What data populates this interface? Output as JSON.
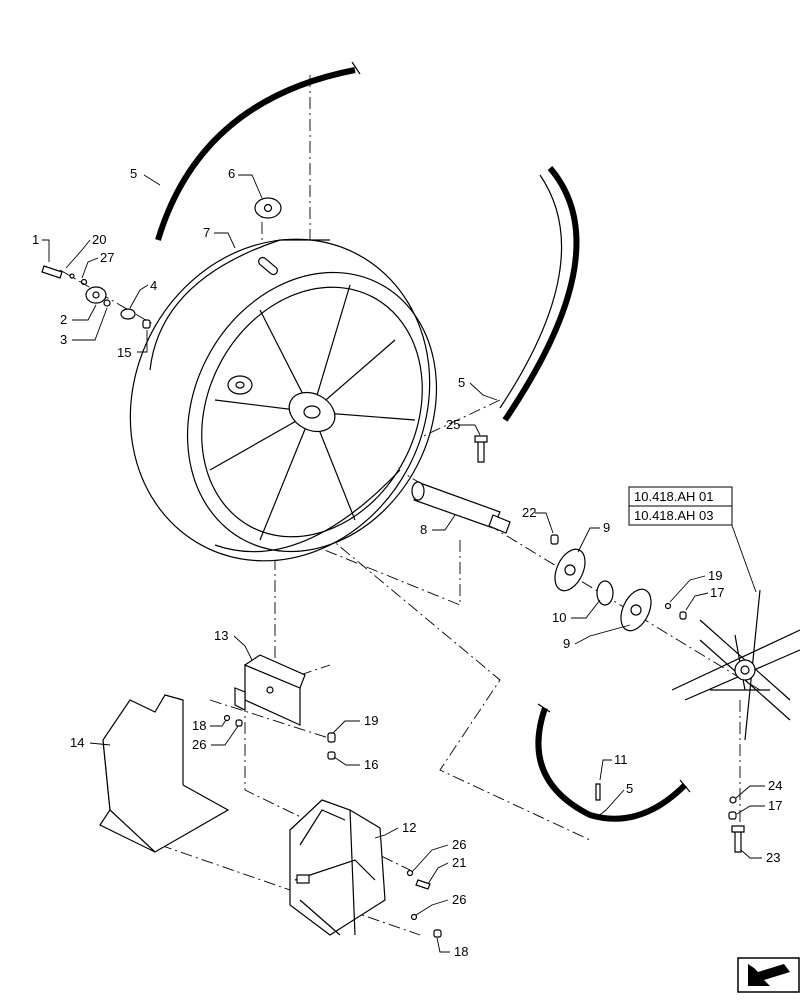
{
  "callouts": {
    "c1": "1",
    "c2": "2",
    "c3": "3",
    "c4": "4",
    "c5a": "5",
    "c5b": "5",
    "c5c": "5",
    "c6": "6",
    "c7": "7",
    "c8": "8",
    "c9a": "9",
    "c9b": "9",
    "c10": "10",
    "c11": "11",
    "c12": "12",
    "c13": "13",
    "c14": "14",
    "c15": "15",
    "c16": "16",
    "c17a": "17",
    "c17b": "17",
    "c18a": "18",
    "c18b": "18",
    "c19a": "19",
    "c19b": "19",
    "c20": "20",
    "c21": "21",
    "c22": "22",
    "c23": "23",
    "c24": "24",
    "c25": "25",
    "c26a": "26",
    "c26b": "26",
    "c26c": "26",
    "c27": "27"
  },
  "references": {
    "ref1": "10.418.AH 01",
    "ref2": "10.418.AH 03"
  },
  "icons": {
    "nav": "next-page-arrow-icon"
  }
}
